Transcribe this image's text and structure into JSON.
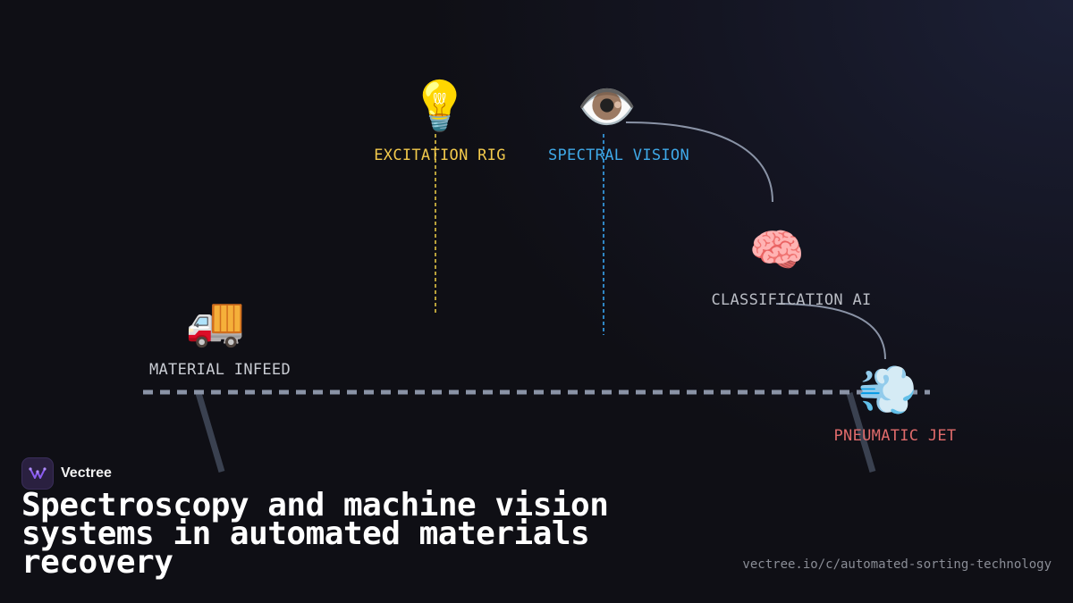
{
  "diagram": {
    "nodes": {
      "excitation": {
        "icon": "lightbulb-icon",
        "glyph": "💡",
        "label": "EXCITATION RIG",
        "color": "#f2c94c"
      },
      "vision": {
        "icon": "eye-icon",
        "glyph": "👁️",
        "label": "SPECTRAL VISION",
        "color": "#3fa9e8"
      },
      "classification": {
        "icon": "brain-icon",
        "glyph": "🧠",
        "label": "CLASSIFICATION AI",
        "color": "#b9bcc4"
      },
      "infeed": {
        "icon": "truck-icon",
        "glyph": "🚚",
        "label": "MATERIAL INFEED",
        "color": "#c9ccd3"
      },
      "jet": {
        "icon": "wind-icon",
        "glyph": "💨",
        "label": "PNEUMATIC JET",
        "color": "#e06b6b"
      }
    },
    "colors": {
      "conveyor": "#8a93a6",
      "connector": "#8a93a6",
      "leg": "#3a4150"
    }
  },
  "brand": {
    "name": "Vectree",
    "accent": "#8a5cf0"
  },
  "title": "Spectroscopy and machine vision systems in automated materials recovery",
  "url": "vectree.io/c/automated-sorting-technology"
}
